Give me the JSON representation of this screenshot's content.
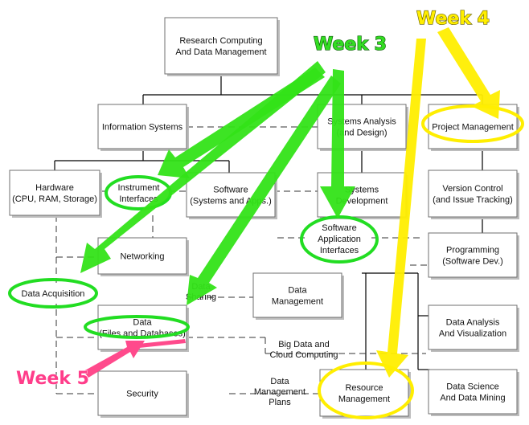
{
  "nodes": [
    {
      "id": "rcdm",
      "lines": [
        "Research Computing",
        "And Data Management"
      ]
    },
    {
      "id": "info_systems",
      "lines": [
        "Information Systems"
      ]
    },
    {
      "id": "systems_analysis",
      "lines": [
        "Systems Analysis",
        "(and Design)"
      ]
    },
    {
      "id": "project_mgmt",
      "lines": [
        "Project Management"
      ]
    },
    {
      "id": "hardware",
      "lines": [
        "Hardware",
        "(CPU, RAM, Storage)"
      ]
    },
    {
      "id": "instrument",
      "lines": [
        "Instrument",
        "Interfaces"
      ]
    },
    {
      "id": "software",
      "lines": [
        "Software",
        "(Systems and Apps.)"
      ]
    },
    {
      "id": "sys_dev",
      "lines": [
        "Systems",
        "Development"
      ]
    },
    {
      "id": "version_control",
      "lines": [
        "Version Control",
        "(and Issue Tracking)"
      ]
    },
    {
      "id": "networking",
      "lines": [
        "Networking"
      ]
    },
    {
      "id": "sw_app_interfaces",
      "lines": [
        "Software",
        "Application",
        "Interfaces"
      ]
    },
    {
      "id": "programming",
      "lines": [
        "Programming",
        "(Software Dev.)"
      ]
    },
    {
      "id": "data_acq",
      "lines": [
        "Data Acquisition"
      ]
    },
    {
      "id": "data_mgmt",
      "lines": [
        "Data",
        "Management"
      ]
    },
    {
      "id": "data",
      "lines": [
        "Data",
        "(Files and Databases)"
      ]
    },
    {
      "id": "data_analysis",
      "lines": [
        "Data Analysis",
        "And Visualization"
      ]
    },
    {
      "id": "security",
      "lines": [
        "Security"
      ]
    },
    {
      "id": "resource_mgmt",
      "lines": [
        "Resource",
        "Management"
      ]
    },
    {
      "id": "data_science",
      "lines": [
        "Data Science",
        "And Data Mining"
      ]
    }
  ],
  "floating_labels": [
    {
      "id": "data_sharing",
      "lines": [
        "Data",
        "Sharing"
      ]
    },
    {
      "id": "big_data",
      "lines": [
        "Big Data and",
        "Cloud Computing"
      ]
    },
    {
      "id": "dm_plans",
      "lines": [
        "Data",
        "Management",
        "Plans"
      ]
    }
  ],
  "annotations": {
    "week3": "Week 3",
    "week4": "Week 4",
    "week5": "Week 5"
  },
  "colors": {
    "week3_green": "#33e318",
    "week4_yellow": "#ffee00",
    "week5_pink": "#ff4a8c"
  }
}
